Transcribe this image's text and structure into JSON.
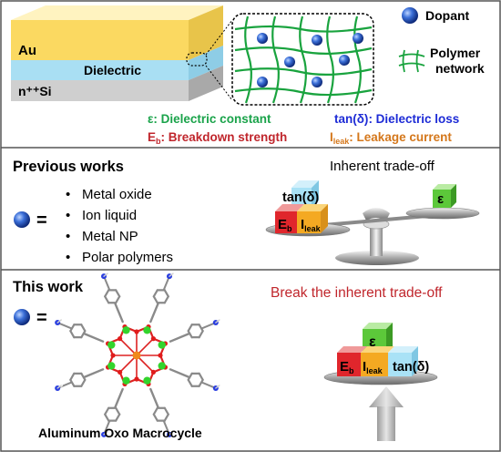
{
  "top": {
    "layers": {
      "au": "Au",
      "dielectric": "Dielectric",
      "substrate": "n⁺⁺Si"
    },
    "legend": {
      "dopant": "Dopant",
      "polymer_line1": "Polymer",
      "polymer_line2": "network"
    },
    "definitions": {
      "epsilon": "ε: Dielectric constant",
      "tan_prefix": "tan(δ)",
      "tan_rest": ": Dielectric loss",
      "eb_main": "E",
      "eb_sub": "b",
      "eb_rest": ": Breakdown strength",
      "ileak_main": "I",
      "ileak_sub": "leak",
      "ileak_rest": ": Leakage current"
    },
    "colors": {
      "green": "#1aa34a",
      "blue": "#1d2bd6",
      "red": "#c0262c",
      "orange": "#d4771b"
    }
  },
  "previous": {
    "heading": "Previous works",
    "equals": "=",
    "items": [
      "Metal oxide",
      "Ion liquid",
      "Metal NP",
      "Polar polymers"
    ],
    "tradeoff_title": "Inherent trade-off",
    "cubes": {
      "tan": "tan(δ)",
      "eb_main": "E",
      "eb_sub": "b",
      "ileak_main": "I",
      "ileak_sub": "leak",
      "epsilon": "ε"
    }
  },
  "this_work": {
    "heading": "This work",
    "equals": "=",
    "caption": "Aluminum Oxo Macrocycle",
    "break_title": "Break the inherent trade-off",
    "cubes": {
      "epsilon": "ε",
      "eb_main": "E",
      "eb_sub": "b",
      "ileak_main": "I",
      "ileak_sub": "leak",
      "tan": "tan(δ)"
    }
  }
}
